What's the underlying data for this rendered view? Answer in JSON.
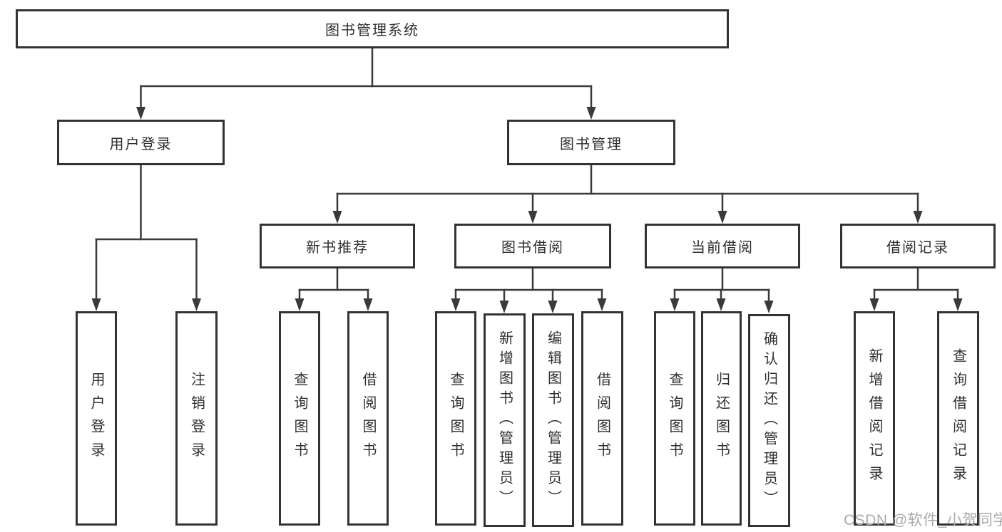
{
  "diagram": {
    "root": {
      "label": "图书管理系统"
    },
    "branches": [
      {
        "label": "用户登录",
        "children": [
          {
            "label": "用户登录"
          },
          {
            "label": "注销登录"
          }
        ]
      },
      {
        "label": "图书管理",
        "children": [
          {
            "label": "新书推荐",
            "children": [
              {
                "label": "查询图书"
              },
              {
                "label": "借阅图书"
              }
            ]
          },
          {
            "label": "图书借阅",
            "children": [
              {
                "label": "查询图书"
              },
              {
                "label": "新增图书（管理员）"
              },
              {
                "label": "编辑图书（管理员）"
              },
              {
                "label": "借阅图书"
              }
            ]
          },
          {
            "label": "当前借阅",
            "children": [
              {
                "label": "查询图书"
              },
              {
                "label": "归还图书"
              },
              {
                "label": "确认归还（管理员）"
              }
            ]
          },
          {
            "label": "借阅记录",
            "children": [
              {
                "label": "新增借阅记录"
              },
              {
                "label": "查询借阅记录"
              }
            ]
          }
        ]
      }
    ]
  },
  "watermark": {
    "text": "CSDN @软件_小贺同学"
  },
  "colors": {
    "line": "#3a3a3a",
    "box_border": "#333333",
    "text": "#2f2f2f",
    "watermark": "#ababab",
    "background": "#ffffff"
  }
}
